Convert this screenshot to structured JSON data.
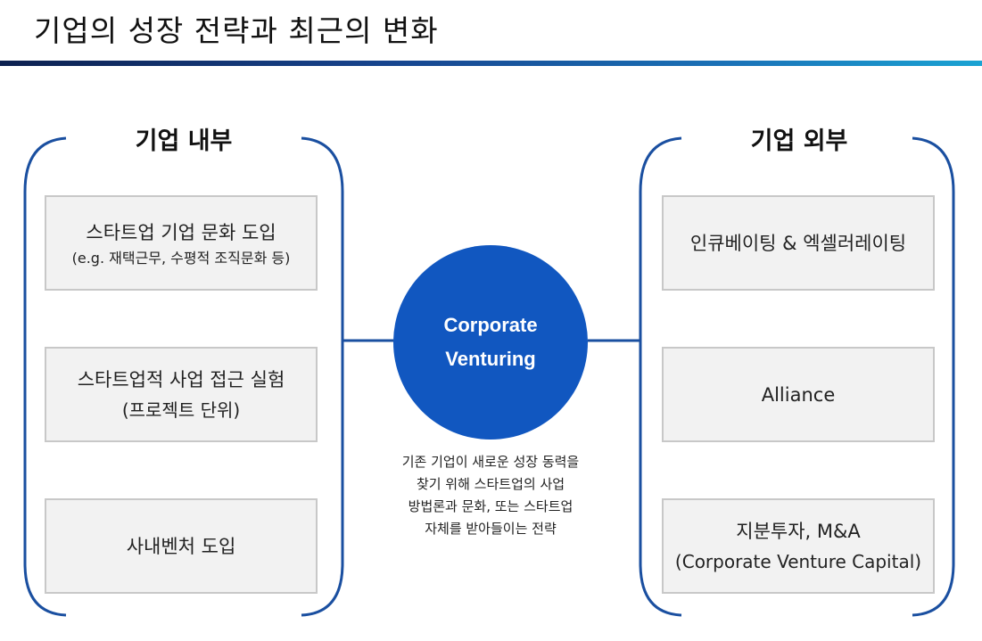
{
  "title": "기업의 성장 전략과 최근의 변화",
  "colors": {
    "bracket": "#1a4fa0",
    "connector": "#1a4fa0",
    "circle": "#1157c0",
    "box_fill": "#f2f2f2",
    "box_border": "#c8c8c8"
  },
  "internal": {
    "title": "기업 내부",
    "boxes": [
      {
        "main": "스타트업 기업 문화 도입",
        "sub": "(e.g. 재택근무, 수평적 조직문화 등)"
      },
      {
        "main": "스타트업적 사업 접근 실험",
        "sub": "(프로젝트 단위)"
      },
      {
        "main": "사내벤처 도입"
      }
    ]
  },
  "center": {
    "line1": "Corporate",
    "line2": "Venturing",
    "description": [
      "기존 기업이 새로운 성장 동력을",
      "찾기 위해 스타트업의 사업",
      "방법론과 문화, 또는 스타트업",
      "자체를 받아들이는 전략"
    ]
  },
  "external": {
    "title": "기업 외부",
    "boxes": [
      {
        "main": "인큐베이팅 & 엑셀러레이팅"
      },
      {
        "main": "Alliance"
      },
      {
        "main": "지분투자, M&A",
        "sub": "(Corporate Venture Capital)"
      }
    ]
  }
}
